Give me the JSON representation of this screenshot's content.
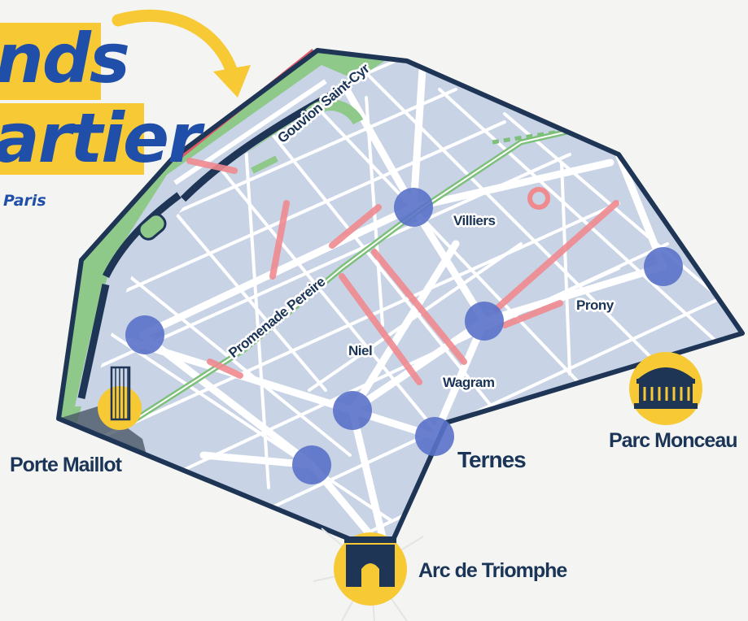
{
  "title": {
    "line1": "nds",
    "line2": "artier",
    "subtitle": "Paris"
  },
  "colors": {
    "boundary": "#1e3556",
    "block": "#c8d3e6",
    "street": "#ffffff",
    "park": "#8fc98a",
    "promenade": "#7dc07a",
    "highlight_street": "#ef8a8f",
    "station": "#5a72c9",
    "landmark_badge": "#f6c935",
    "title_yellow": "#f6c935",
    "title_blue": "#1f4fa8"
  },
  "streets": {
    "gouvion": "Gouvion Saint-Cyr",
    "pereire": "Promenade Pereire",
    "villiers": "Villiers",
    "prony": "Prony",
    "niel": "Niel",
    "wagram": "Wagram"
  },
  "places": {
    "maillot": "Porte Maillot",
    "ternes": "Ternes",
    "monceau": "Parc Monceau",
    "arc": "Arc de Triomphe"
  },
  "icons": {
    "arrow": "curved-arrow-icon",
    "maillot": "tower-icon",
    "monceau": "rotunda-icon",
    "arc": "triumphal-arch-icon",
    "station": "metro-station-icon"
  }
}
